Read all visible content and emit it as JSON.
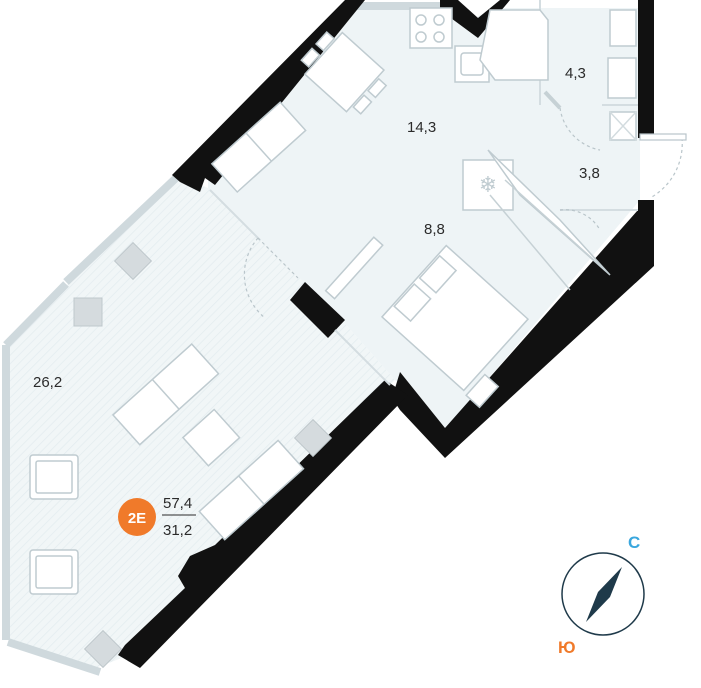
{
  "apartment": {
    "code": "2E",
    "total_area": "57,4",
    "living_area": "31,2"
  },
  "rooms": [
    {
      "id": "living-room",
      "area": "26,2"
    },
    {
      "id": "kitchen",
      "area": "14,3"
    },
    {
      "id": "hallway",
      "area": "8,8"
    },
    {
      "id": "bathroom",
      "area": "4,3"
    },
    {
      "id": "toilet",
      "area": "3,8"
    }
  ],
  "compass": {
    "north_label": "С",
    "south_label": "Ю",
    "north_color": "#3aa7de",
    "south_color": "#f07a2a"
  },
  "colors": {
    "wall": "#111111",
    "floor_main": "#eef4f6",
    "floor_living": "#f1f6f7",
    "furniture_stroke": "#bfcbd0",
    "window": "#cfd9dd",
    "badge": "#f07a2a"
  }
}
